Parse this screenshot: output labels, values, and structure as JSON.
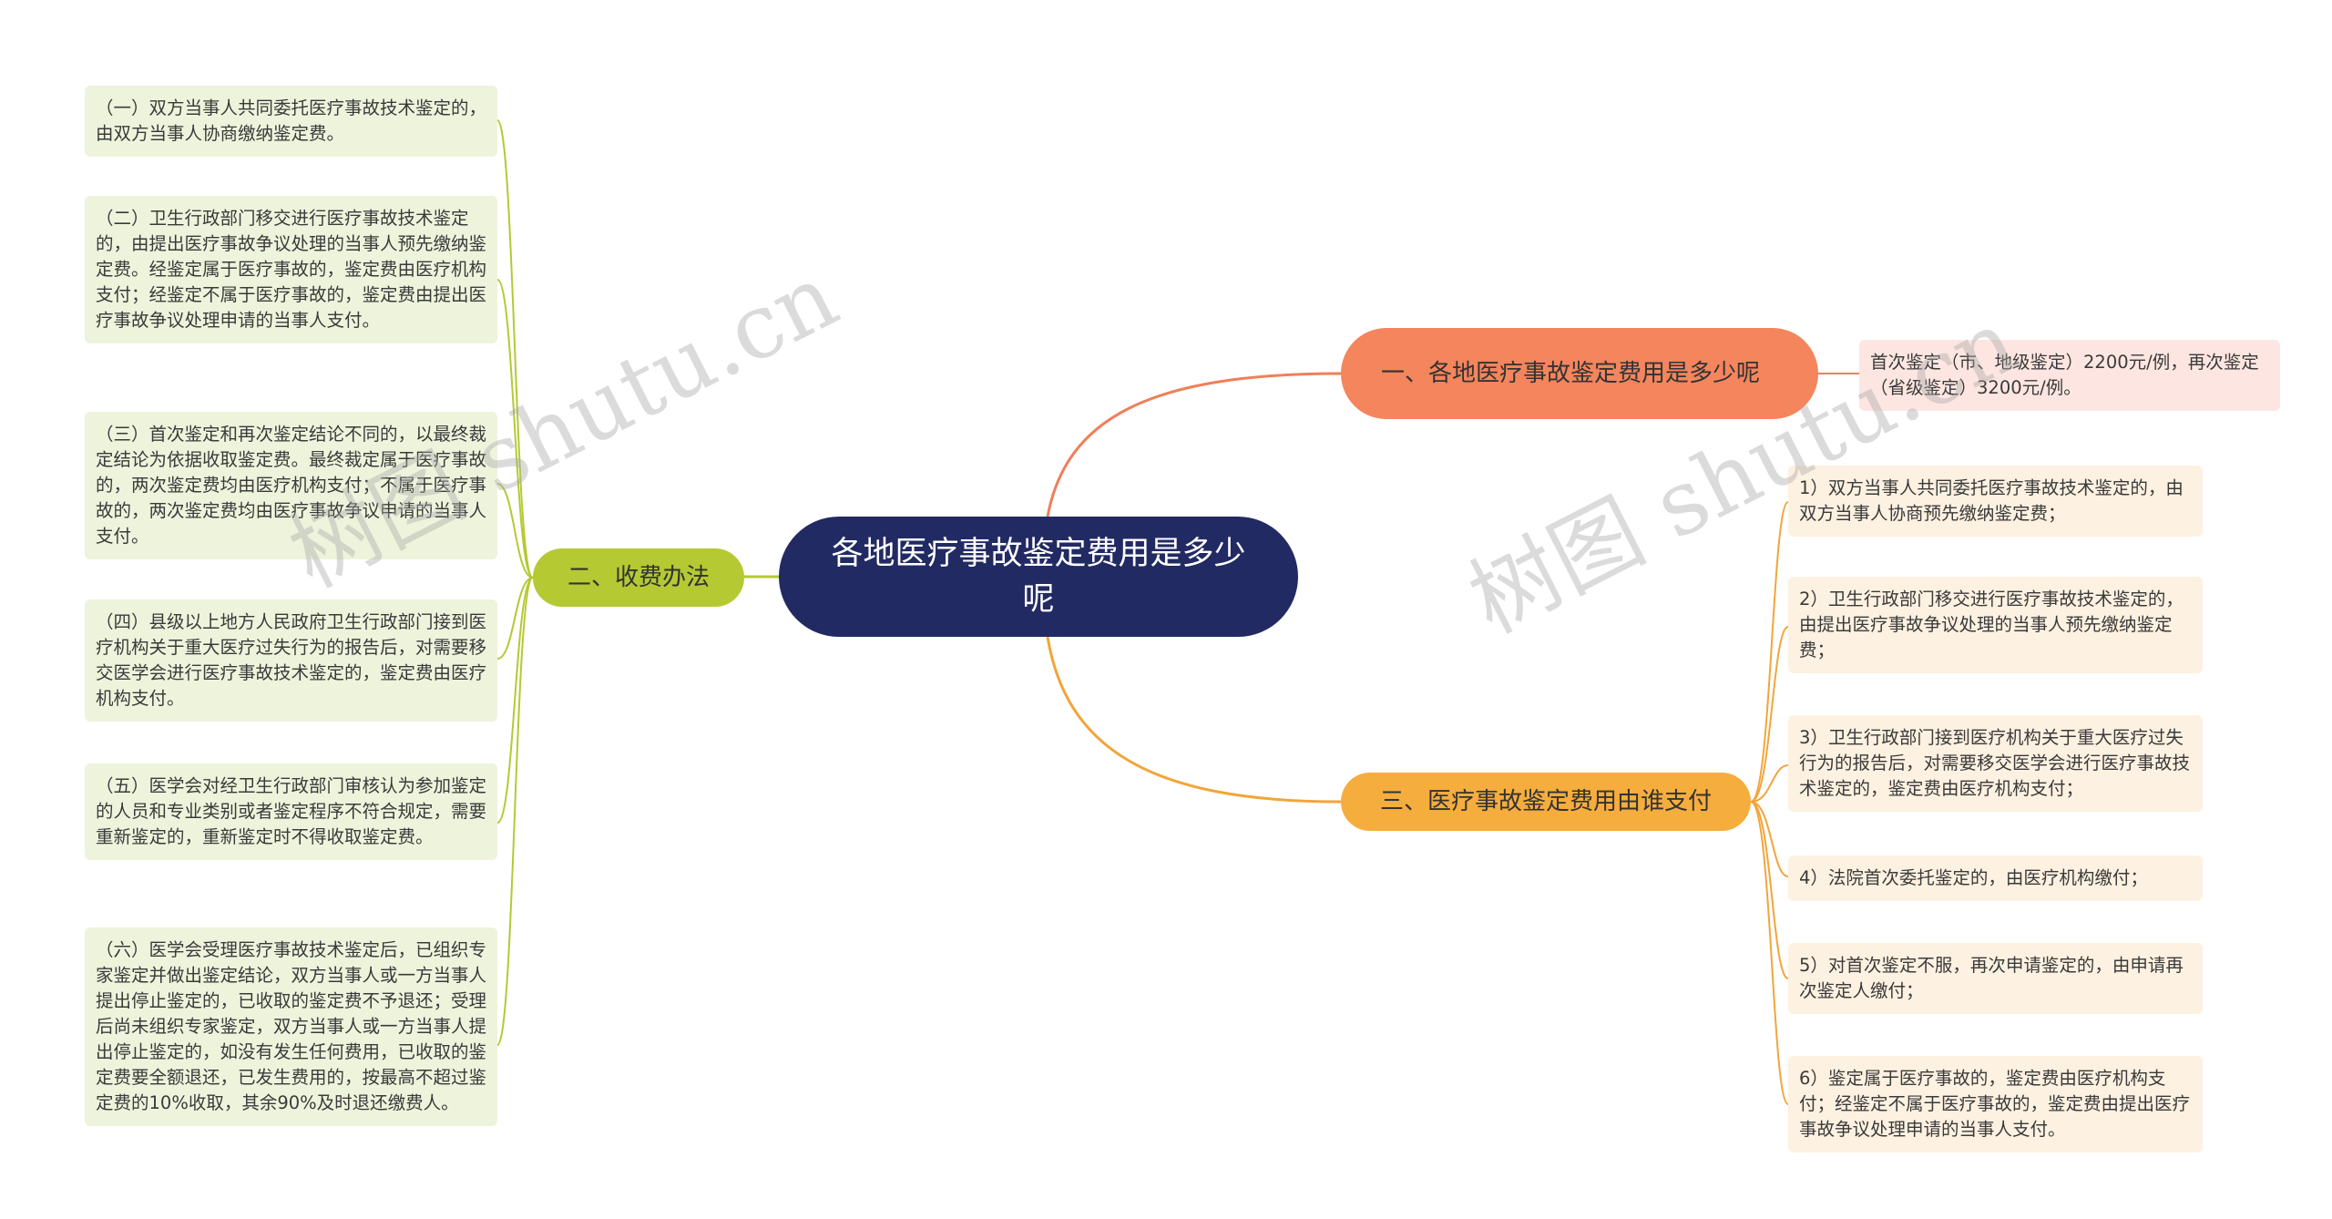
{
  "root": {
    "title": "各地医疗事故鉴定费用是多少呢"
  },
  "branches": {
    "b1": {
      "label": "一、各地医疗事故鉴定费用是多少呢",
      "items": [
        "首次鉴定（市、地级鉴定）2200元/例，再次鉴定（省级鉴定）3200元/例。"
      ]
    },
    "b2": {
      "label": "二、收费办法",
      "items": [
        "（一）双方当事人共同委托医疗事故技术鉴定的，由双方当事人协商缴纳鉴定费。",
        "（二）卫生行政部门移交进行医疗事故技术鉴定的，由提出医疗事故争议处理的当事人预先缴纳鉴定费。经鉴定属于医疗事故的，鉴定费由医疗机构支付；经鉴定不属于医疗事故的，鉴定费由提出医疗事故争议处理申请的当事人支付。",
        "（三）首次鉴定和再次鉴定结论不同的，以最终裁定结论为依据收取鉴定费。最终裁定属于医疗事故的，两次鉴定费均由医疗机构支付；不属于医疗事故的，两次鉴定费均由医疗事故争议申请的当事人支付。",
        "（四）县级以上地方人民政府卫生行政部门接到医疗机构关于重大医疗过失行为的报告后，对需要移交医学会进行医疗事故技术鉴定的，鉴定费由医疗机构支付。",
        "（五）医学会对经卫生行政部门审核认为参加鉴定的人员和专业类别或者鉴定程序不符合规定，需要重新鉴定的，重新鉴定时不得收取鉴定费。",
        "（六）医学会受理医疗事故技术鉴定后，已组织专家鉴定并做出鉴定结论，双方当事人或一方当事人提出停止鉴定的，已收取的鉴定费不予退还；受理后尚未组织专家鉴定，双方当事人或一方当事人提出停止鉴定的，如没有发生任何费用，已收取的鉴定费要全额退还，已发生费用的，按最高不超过鉴定费的10%收取，其余90%及时退还缴费人。"
      ]
    },
    "b3": {
      "label": "三、医疗事故鉴定费用由谁支付",
      "items": [
        "1）双方当事人共同委托医疗事故技术鉴定的，由双方当事人协商预先缴纳鉴定费；",
        "2）卫生行政部门移交进行医疗事故技术鉴定的，由提出医疗事故争议处理的当事人预先缴纳鉴定费；",
        "3）卫生行政部门接到医疗机构关于重大医疗过失行为的报告后，对需要移交医学会进行医疗事故技术鉴定的，鉴定费由医疗机构支付；",
        "4）法院首次委托鉴定的，由医疗机构缴付；",
        "5）对首次鉴定不服，再次申请鉴定的，由申请再次鉴定人缴付；",
        "6）鉴定属于医疗事故的，鉴定费由医疗机构支付；经鉴定不属于医疗事故的，鉴定费由提出医疗事故争议处理申请的当事人支付。"
      ]
    }
  },
  "watermark": [
    "树图 shutu.cn",
    "树图 shutu.cn"
  ],
  "colors": {
    "root": "#222a63",
    "branch1": "#f4855d",
    "branch2": "#b5c933",
    "branch3": "#f5ad3d",
    "leaf_left": "#eef4dc",
    "leaf_right": "#fdf1e1",
    "leaf_top": "#fde6e1"
  }
}
